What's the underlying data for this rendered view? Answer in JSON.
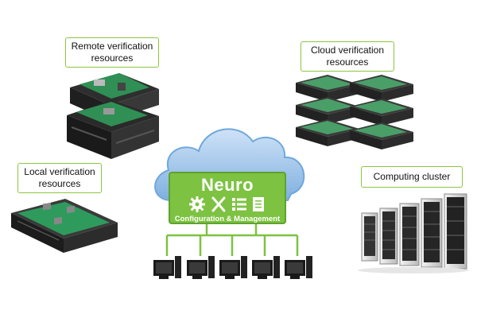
{
  "labels": {
    "remote": [
      "Remote verification",
      "resources"
    ],
    "cloud": [
      "Cloud verification",
      "resources"
    ],
    "local": [
      "Local verification",
      "resources"
    ],
    "cluster": "Computing cluster"
  },
  "center": {
    "title": "Neuro",
    "subtitle": "Configuration & Management",
    "icons": [
      "gear-icon",
      "tools-icon",
      "list-icon",
      "document-icon"
    ]
  },
  "colors": {
    "accent_green": "#7dc241",
    "cloud_blue": "#6fa8dc",
    "connector_green": "#7dc241"
  }
}
